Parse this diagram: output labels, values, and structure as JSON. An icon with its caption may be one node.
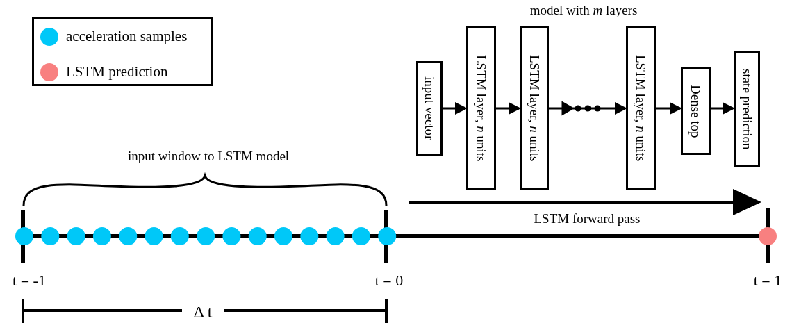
{
  "diagram": {
    "title": "model with *m* layers",
    "nodes": [
      {
        "text": [
          "input vector"
        ]
      },
      {
        "text": [
          "LSTM layer, *n* units"
        ]
      },
      {
        "text": [
          "LSTM layer, *n* units"
        ]
      },
      {
        "text": [
          "LSTM layer, *n* units"
        ]
      },
      {
        "text": [
          "Dense top"
        ]
      },
      {
        "text": [
          "state prediction"
        ]
      }
    ],
    "edges": [
      {
        "from": 0,
        "to": 1,
        "arrow": "to"
      },
      {
        "from": 1,
        "to": 2,
        "arrow": "to"
      },
      {
        "from": 2,
        "to": 3,
        "arrow": "to"
      },
      {
        "from": 3,
        "to": 4,
        "arrow": "to"
      },
      {
        "from": 4,
        "to": 5,
        "arrow": "to"
      }
    ],
    "labels": [
      "input window to LSTM model",
      "LSTM forward pass",
      "t = -1",
      "t = 0",
      "t = 1",
      "Δ t"
    ],
    "legend": [
      {
        "text": "acceleration samples",
        "color": "#00c8f8"
      },
      {
        "text": "LSTM prediction",
        "color": "#f88080"
      }
    ]
  }
}
